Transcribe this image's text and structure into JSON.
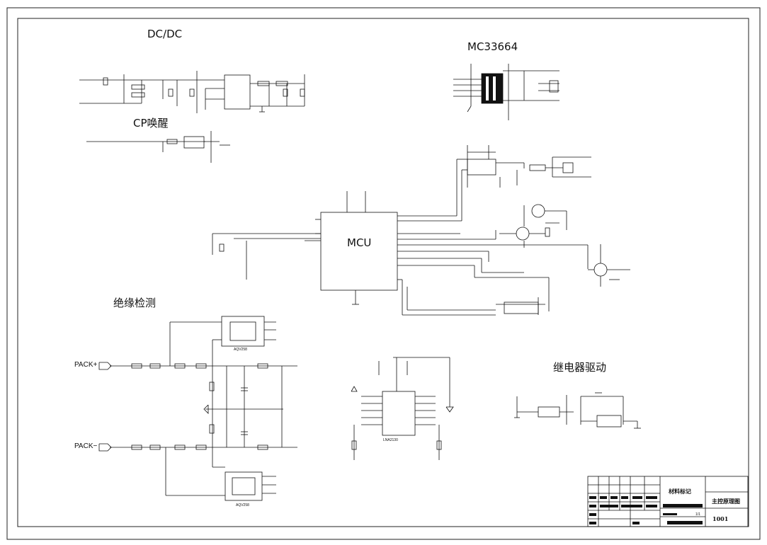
{
  "sections": {
    "dcdc": "DC/DC",
    "mc33664": "MC33664",
    "cp_wake": "CP唤醒",
    "mcu": "MCU",
    "insulation": "绝缘检测",
    "relay": "继电器驱动"
  },
  "ports": {
    "pack_plus": "PACK+",
    "pack_minus": "PACK−"
  },
  "parts": {
    "aqv_top": "AQV258",
    "aqv_bottom": "AQV258",
    "amp": "LNA2130"
  },
  "title_block": {
    "material": "材料标记",
    "drawing_name": "主控原理图",
    "drawing_no": "1001",
    "sheet": "1/1"
  }
}
